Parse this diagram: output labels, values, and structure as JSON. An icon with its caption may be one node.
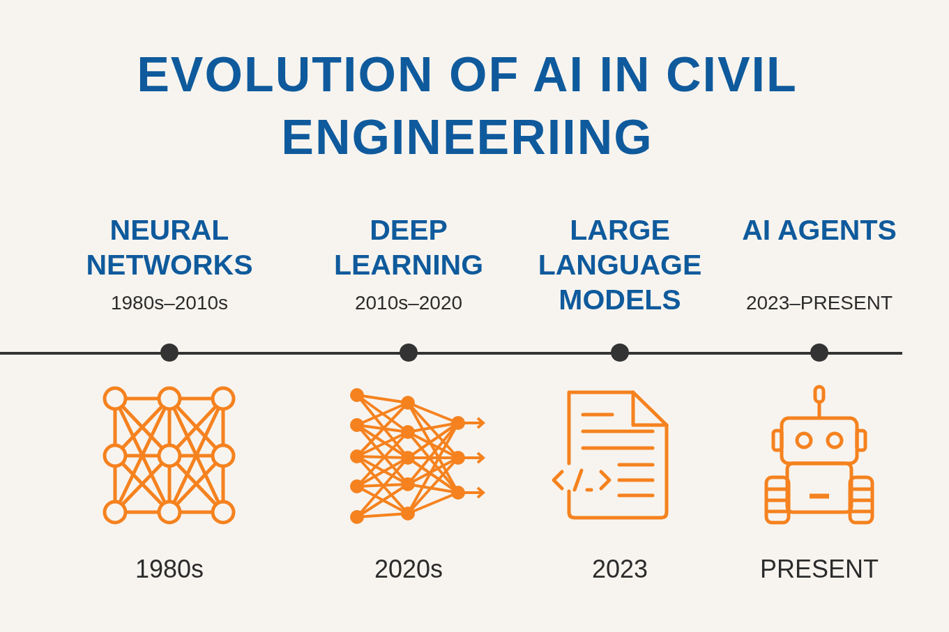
{
  "diagram": {
    "title": "EVOLUTION OF AI IN CIVIL ENGINEERIING",
    "labels": [
      "NEURAL NETWORKS",
      "1980s–2010s",
      "1980s",
      "DEEP LEARNING",
      "2010s–2020",
      "2020s",
      "LARGE LANGUAGE MODELS",
      "2023",
      "AI AGENTS",
      "2023–PRESENT",
      "PRESENT"
    ]
  }
}
